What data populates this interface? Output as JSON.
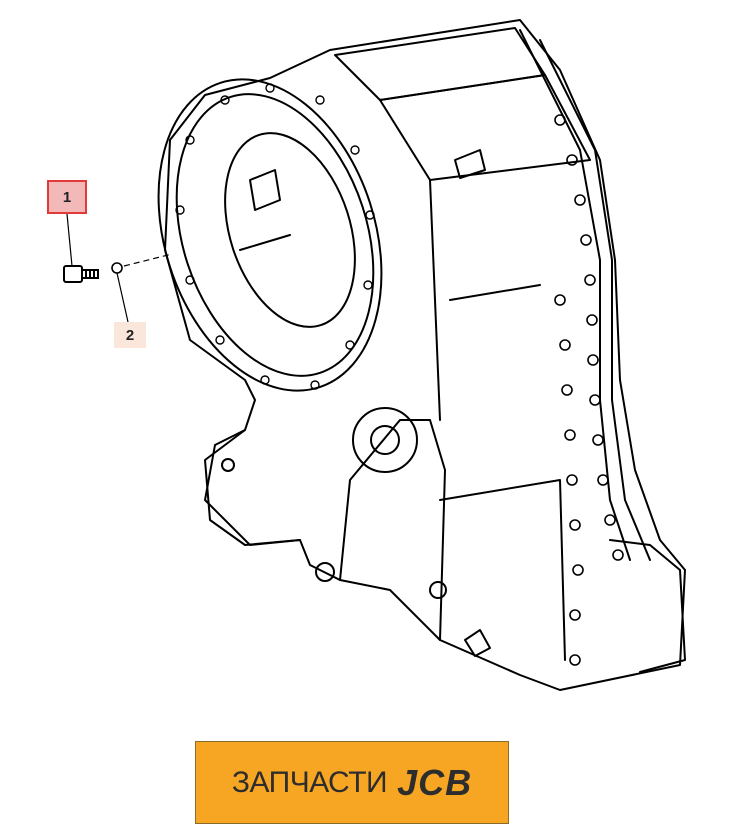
{
  "callouts": [
    {
      "number": "1",
      "highlight_color": "#e03a3a"
    },
    {
      "number": "2"
    }
  ],
  "brand": {
    "text_ru": "ЗАПЧАСТИ",
    "text_jcb": "JCB",
    "background_color": "#f6a623"
  }
}
